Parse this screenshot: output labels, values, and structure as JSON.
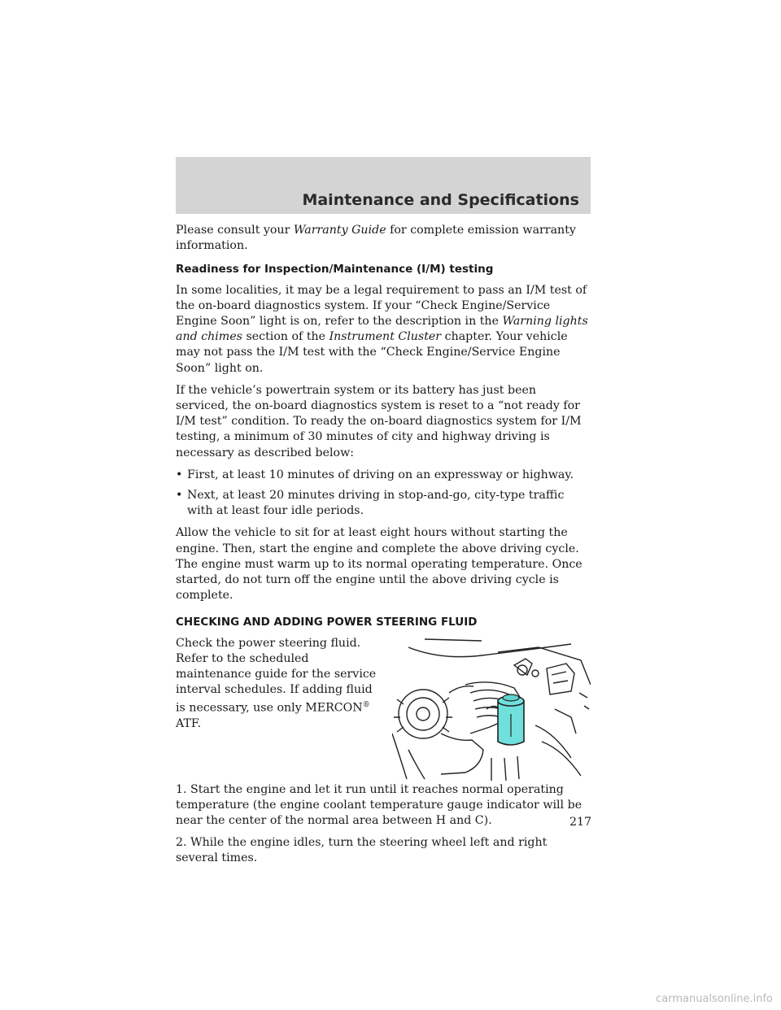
{
  "header": {
    "title": "Maintenance and Specifications"
  },
  "warranty": {
    "t1": "Please consult your ",
    "t2": "Warranty Guide",
    "t3": " for complete emission warranty information."
  },
  "im_section": {
    "heading": "Readiness for Inspection/Maintenance (I/M) testing",
    "p1": {
      "a": "In some localities, it may be a legal requirement to pass an I/M test of the on-board diagnostics system. If your “Check Engine/Service Engine Soon” light is on, refer to the description in the ",
      "b": "Warning lights and chimes",
      "c": " section of the ",
      "d": "Instrument Cluster",
      "e": " chapter. Your vehicle may not pass the I/M test with the “Check Engine/Service Engine Soon” light on."
    },
    "p2": "If the vehicle’s powertrain system or its battery has just been serviced, the on-board diagnostics system is reset to a “not ready for I/M test” condition. To ready the on-board diagnostics system for I/M testing, a minimum of 30 minutes of city and highway driving is necessary as described below:",
    "bullet_char": "•",
    "bullets": [
      "First, at least 10 minutes of driving on an expressway or highway.",
      "Next, at least 20 minutes driving in stop-and-go, city-type traffic with at least four idle periods."
    ],
    "p3": "Allow the vehicle to sit for at least eight hours without starting the engine. Then, start the engine and complete the above driving cycle. The engine must warm up to its normal operating temperature. Once started, do not turn off the engine until the above driving cycle is complete."
  },
  "ps_section": {
    "heading": "CHECKING AND ADDING POWER STEERING FLUID",
    "intro_a": "Check the power steering fluid. Refer to the scheduled maintenance guide for the service interval schedules. If adding fluid is necessary, use only MERCON",
    "intro_reg": "®",
    "intro_b": " ATF.",
    "step1": "1. Start the engine and let it run until it reaches normal operating temperature (the engine coolant temperature gauge indicator will be near the center of the normal area between H and C).",
    "step2": "2. While the engine idles, turn the steering wheel left and right several times.",
    "figure_colors": {
      "reservoir": "#6fe0dc",
      "line": "#222222"
    }
  },
  "page_number": "217",
  "watermark": "carmanualsonline.info"
}
